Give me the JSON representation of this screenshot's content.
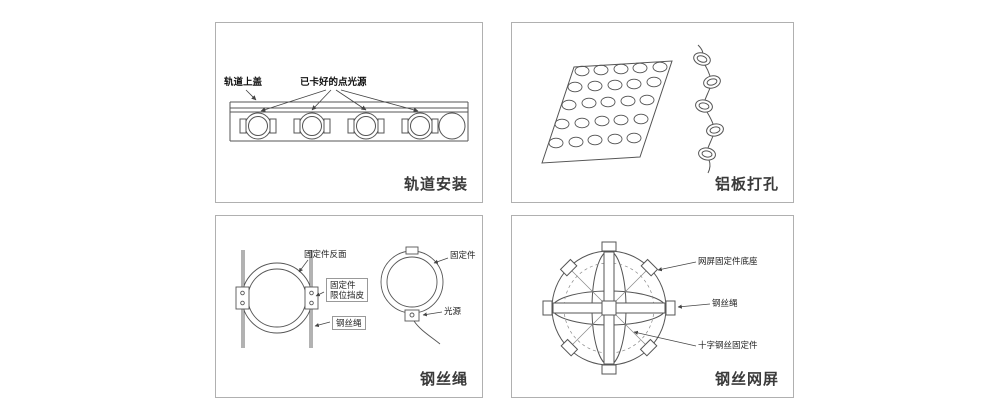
{
  "panels": {
    "track": {
      "title": "轨道安装",
      "labels": {
        "cover": "轨道上盖",
        "lights": "已卡好的点光源"
      }
    },
    "plate": {
      "title": "铝板打孔"
    },
    "wire": {
      "title": "钢丝绳",
      "labels": {
        "fixture_back": "固定件反面",
        "limit_line1": "固定件",
        "limit_line2": "限位挡皮",
        "rope": "钢丝绳",
        "fixture": "固定件",
        "light": "光源"
      }
    },
    "mesh": {
      "title": "钢丝网屏",
      "labels": {
        "base": "网屏固定件底座",
        "rope": "钢丝绳",
        "cross": "十字钢丝固定件"
      }
    }
  },
  "colors": {
    "line": "#555555",
    "leader": "#444444",
    "title": "#3a3a3a",
    "border": "#b0b0b0"
  }
}
